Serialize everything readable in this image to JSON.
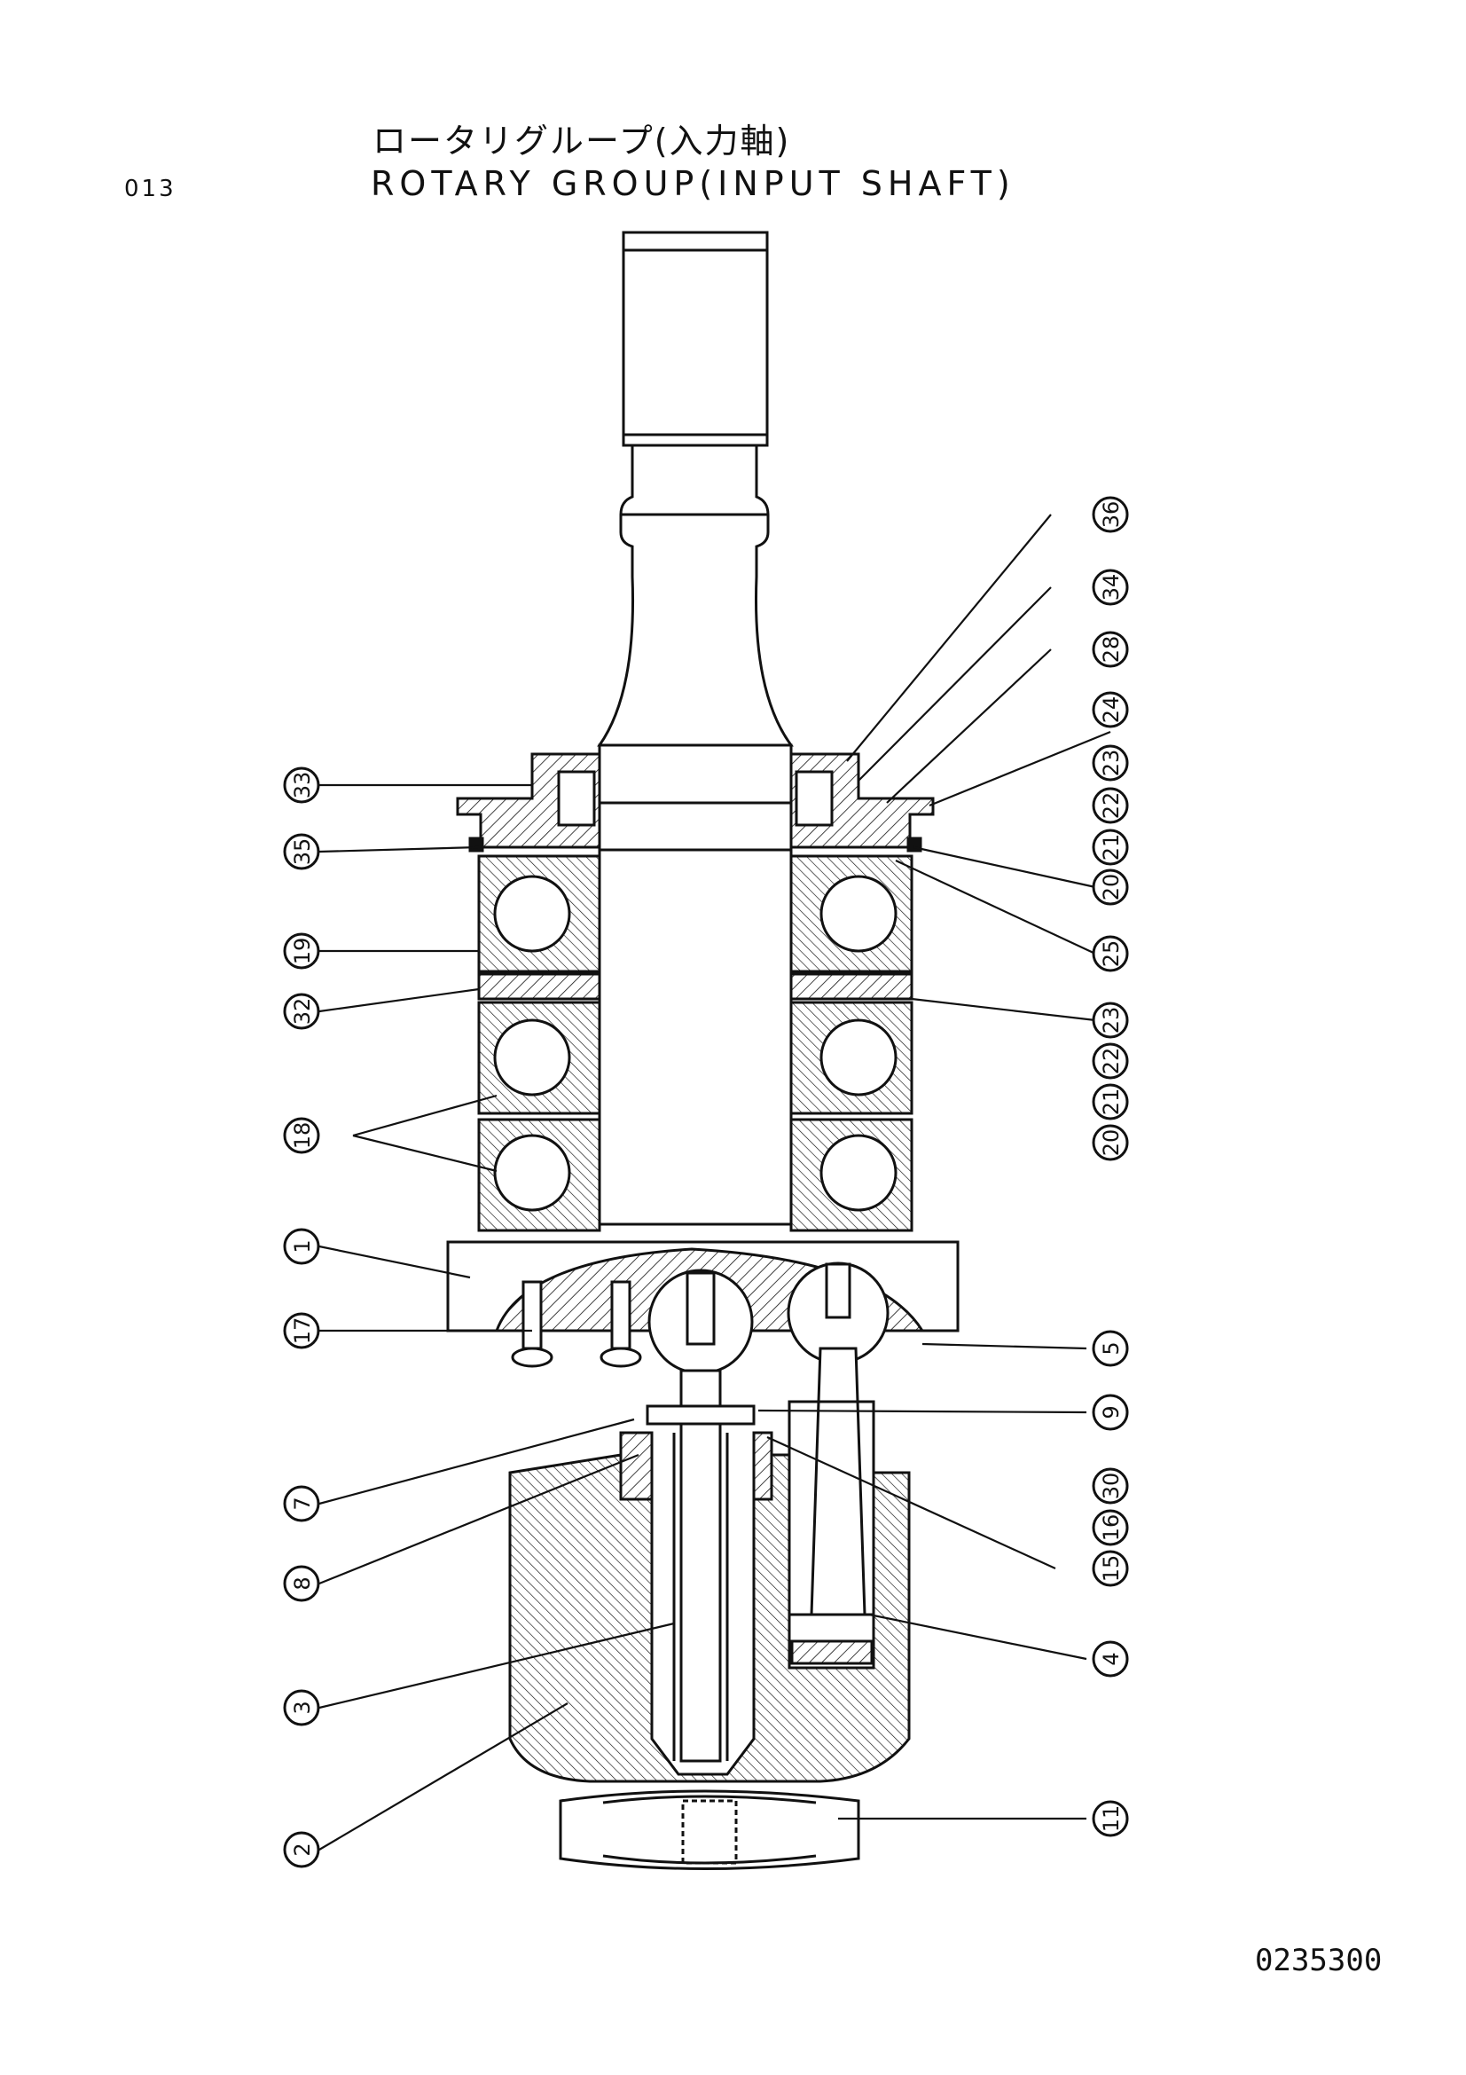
{
  "header": {
    "page_number": "013",
    "title_japanese": "ロータリグループ(入力軸)",
    "title_english": "ROTARY GROUP(INPUT SHAFT)"
  },
  "footer": {
    "drawing_number": "0235300"
  },
  "callouts": {
    "c36": "36",
    "c34": "34",
    "c28": "28",
    "c24": "24",
    "c23a": "23",
    "c22a": "22",
    "c21a": "21",
    "c20a": "20",
    "c33": "33",
    "c35": "35",
    "c25": "25",
    "c19": "19",
    "c32": "32",
    "c23b": "23",
    "c22b": "22",
    "c21b": "21",
    "c20b": "20",
    "c18": "18",
    "c1": "1",
    "c17": "17",
    "c5": "5",
    "c9": "9",
    "c7": "7",
    "c30": "30",
    "c16": "16",
    "c15": "15",
    "c8": "8",
    "c4": "4",
    "c3": "3",
    "c11": "11",
    "c2": "2"
  }
}
